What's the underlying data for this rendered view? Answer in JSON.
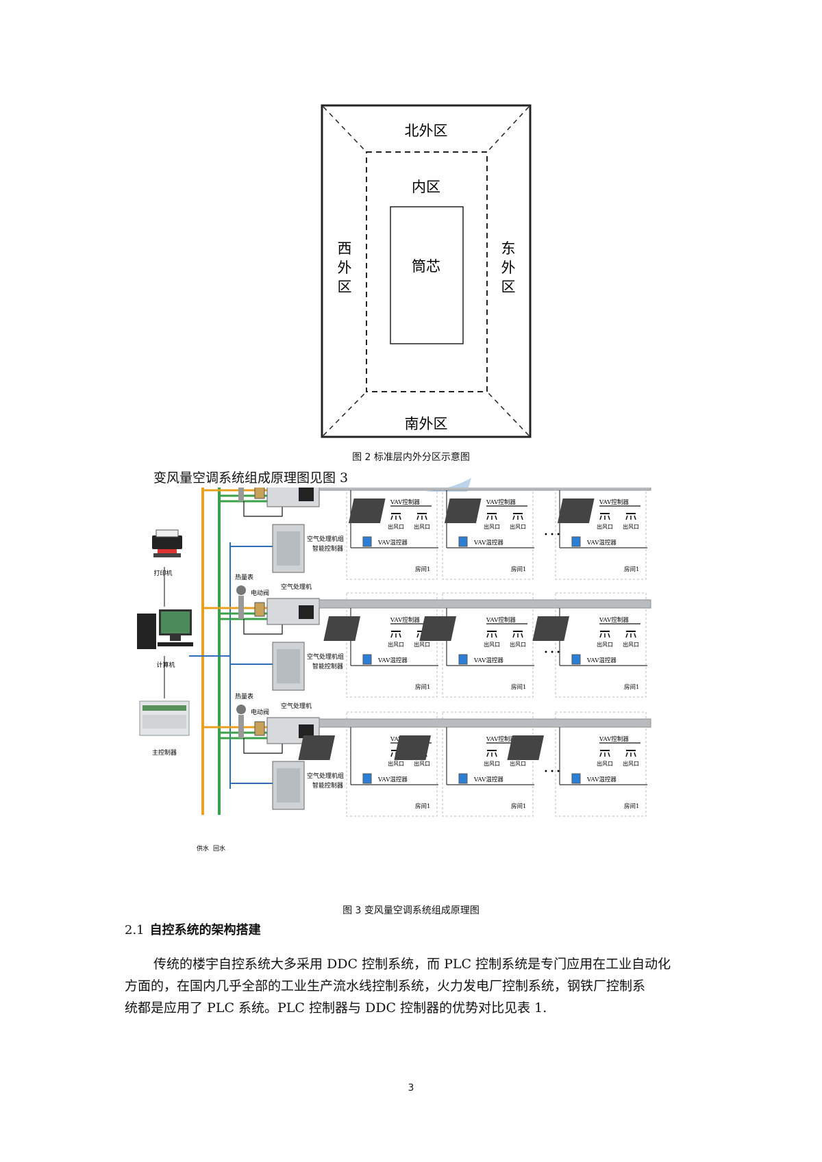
{
  "figure2": {
    "zones": {
      "north": "北外区",
      "inner": "内区",
      "west": [
        "西",
        "外",
        "区"
      ],
      "core": "筒芯",
      "east": [
        "东",
        "外",
        "区"
      ],
      "south": "南外区"
    },
    "caption": "图 2   标准层内外分区示意图"
  },
  "intro_sentence": "变风量空调系统组成原理图见图 3",
  "figure3": {
    "left": {
      "printer": "打印机",
      "computer": "计算机",
      "controller": "主控制器"
    },
    "ahu_labels": {
      "heat_meter": "热量表",
      "valve": "电动阀",
      "ahu": "空气处理机",
      "ahu_ctrl_line1": "空气处理机组",
      "ahu_ctrl_line2": "智能控制器"
    },
    "room_labels": {
      "vav_ctrl": "VAV控制器",
      "outlet": "出风口",
      "thermostat": "VAV温控器",
      "room": "房间1",
      "ellipsis": "• • •"
    },
    "pipes": {
      "supply": "供水",
      "return": "回水"
    },
    "colors": {
      "supply_pipe": "#e8a020",
      "return_pipe": "#3aa04a",
      "signal_line": "#2f6fb8",
      "duct": "#b8bcbf"
    },
    "caption": "图 3  变风量空调系统组成原理图"
  },
  "section": {
    "number": "2.1",
    "title": "自控系统的架构搭建"
  },
  "paragraph": [
    "传统的楼宇自控系统大多采用 DDC 控制系统，而 PLC 控制系统是专门应用在工业自动化",
    "方面的，在国内几乎全部的工业生产流水线控制系统，火力发电厂控制系统，钢铁厂控制系",
    "统都是应用了 PLC 系统。PLC 控制器与 DDC 控制器的优势对比见表 1."
  ],
  "page_number": "3"
}
